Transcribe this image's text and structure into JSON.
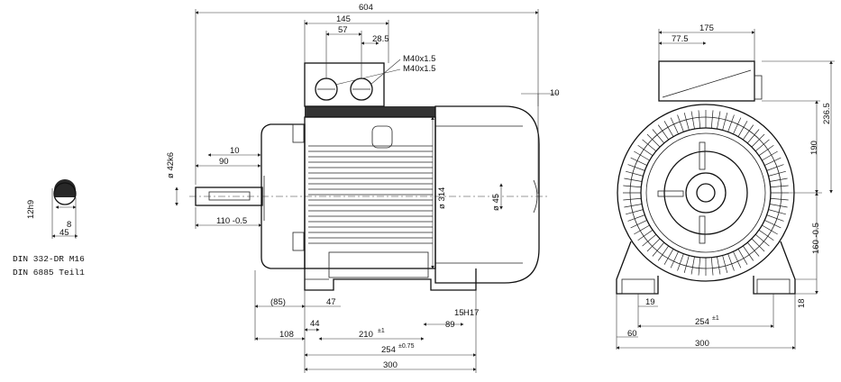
{
  "labels": {
    "d604": "604",
    "d145": "145",
    "d57": "57",
    "d28_5": "28.5",
    "m40a": "M40x1.5",
    "m40b": "M40x1.5",
    "d10_top": "10",
    "d10_shaft": "10",
    "d90": "90",
    "d42k6": "ø 42k6",
    "d110": "110 -0.5",
    "d314": "ø 314",
    "d45": "ø 45",
    "d85": "(85)",
    "d47": "47",
    "d44": "44",
    "d108": "108",
    "d210": "210",
    "d210_tol": "±1",
    "d89": "89",
    "d15": "15",
    "dH17": "H17",
    "d254": "254",
    "d254_tol": "±0.75",
    "d300_side": "300",
    "d175": "175",
    "d77_5": "77.5",
    "d236_5": "236.5",
    "d190": "190",
    "d160": "160 -0.5",
    "d18": "18",
    "d19": "19",
    "d254_front": "254",
    "d254_front_tol": "±1",
    "d60": "60",
    "d300_front": "300",
    "d12h9": "12h9",
    "d8": "8",
    "d45_key": "45",
    "din1": "DIN 332-DR M16",
    "din2": "DIN 6885 Teil1"
  }
}
